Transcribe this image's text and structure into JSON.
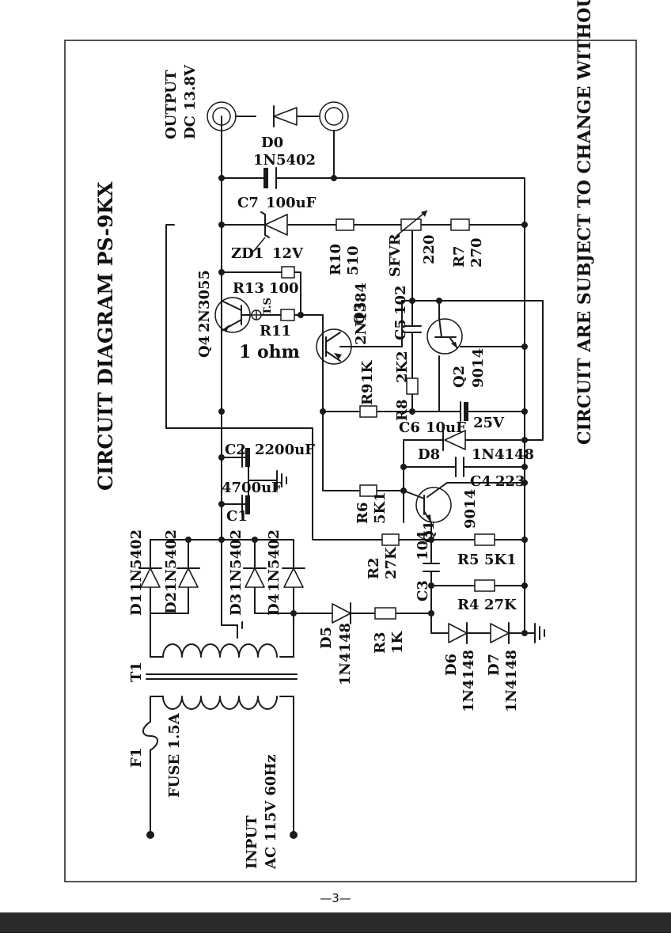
{
  "title": "CIRCUIT DIAGRAM PS-9KX",
  "notice": "CIRCUIT ARE SUBJECT TO CHANGE WITHOUT NOTICE",
  "page_number": "—3—",
  "output": {
    "label": "OUTPUT",
    "value": "DC 13.8V"
  },
  "input": {
    "label": "INPUT",
    "value": "AC 115V 60Hz"
  },
  "components": {
    "d0_ref": "D0",
    "d0_part": "1N5402",
    "c7": "C7",
    "c7_val": "100uF",
    "zd1": "ZD1",
    "zd1_val": "12V",
    "r10": "R10",
    "r10_val": "510",
    "sfvr": "SFVR",
    "sfvr_val": "220",
    "r7": "R7",
    "r7_val": "270",
    "q4": "Q4",
    "q4_part": "2N3055",
    "r13": "R13",
    "r13_val": "100",
    "ts": "T.S",
    "r11": "R11",
    "r11_val": "1 ohm",
    "q3": "Q3",
    "q3_part": "2N1384",
    "c5": "C5",
    "c5_val": "102",
    "r8": "R8",
    "r8_val": "2K2",
    "q2": "Q2",
    "q2_part": "9014",
    "r9": "R9",
    "r9_val": "1K",
    "c6": "C6",
    "c6_val": "10uF",
    "c6_volt": "25V",
    "c2": "C2",
    "c2_val": "2200uF",
    "c1": "C1",
    "c1_val": "4700uF",
    "d8": "D8",
    "d8_part": "1N4148",
    "c4": "C4",
    "c4_val": "223",
    "r6": "R6",
    "r6_val": "5K1",
    "q1": "Q1",
    "q1_part": "9014",
    "r2": "R2",
    "r2_val": "27K",
    "r5": "R5",
    "r5_val": "5K1",
    "c3": "C3",
    "c3_val": "104",
    "r4": "R4",
    "r4_val": "27K",
    "d1": "D1",
    "d1_part": "1N5402",
    "d2": "D2",
    "d2_part": "1N5402",
    "d3": "D3",
    "d3_part": "1N5402",
    "d4": "D4",
    "d4_part": "1N5402",
    "d5": "D5",
    "d5_part": "1N4148",
    "r3": "R3",
    "r3_val": "1K",
    "d6": "D6",
    "d6_part": "1N4148",
    "d7": "D7",
    "d7_part": "1N4148",
    "t1": "T1",
    "f1": "F1",
    "f1_val": "FUSE 1.5A"
  }
}
